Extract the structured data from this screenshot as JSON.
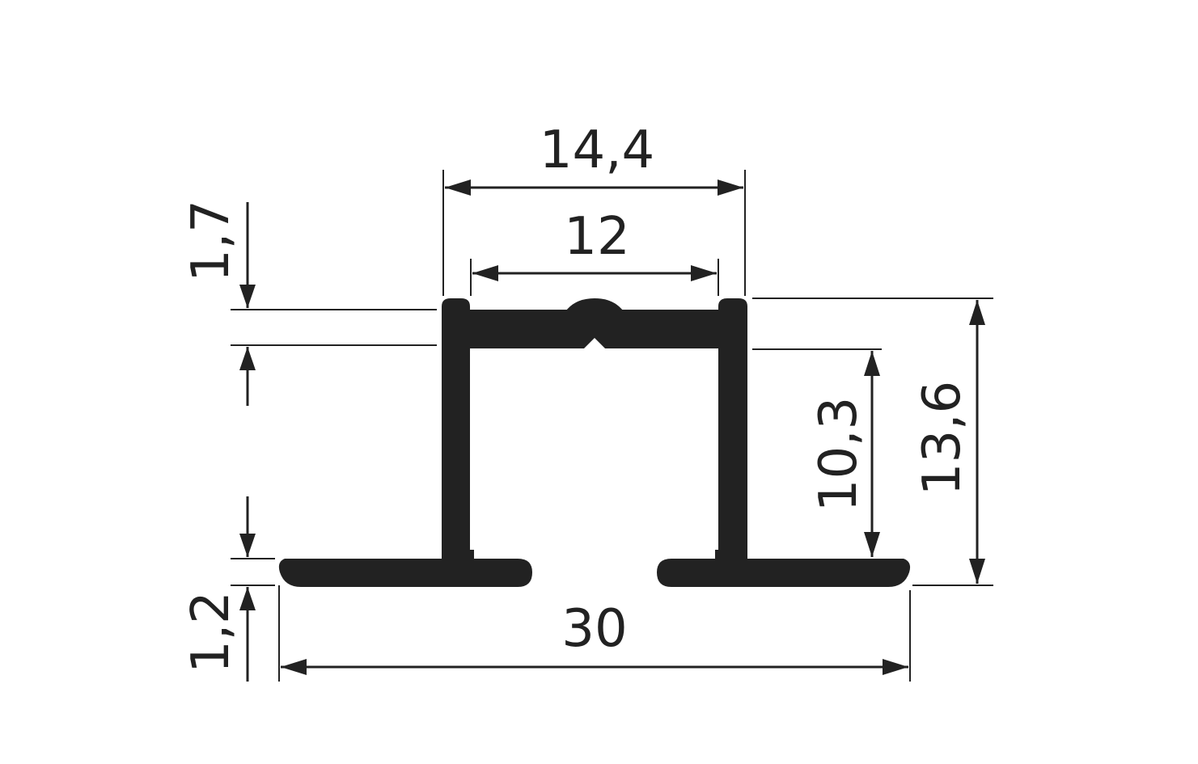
{
  "drawing": {
    "colors": {
      "ink": "#222222",
      "background": "#ffffff"
    },
    "dimensions": {
      "top_outer_width": "14,4",
      "top_inner_width": "12",
      "top_flange_thickness": "1,7",
      "base_flange_thickness": "1,2",
      "inner_height": "10,3",
      "total_height": "13,6",
      "base_width": "30"
    }
  }
}
